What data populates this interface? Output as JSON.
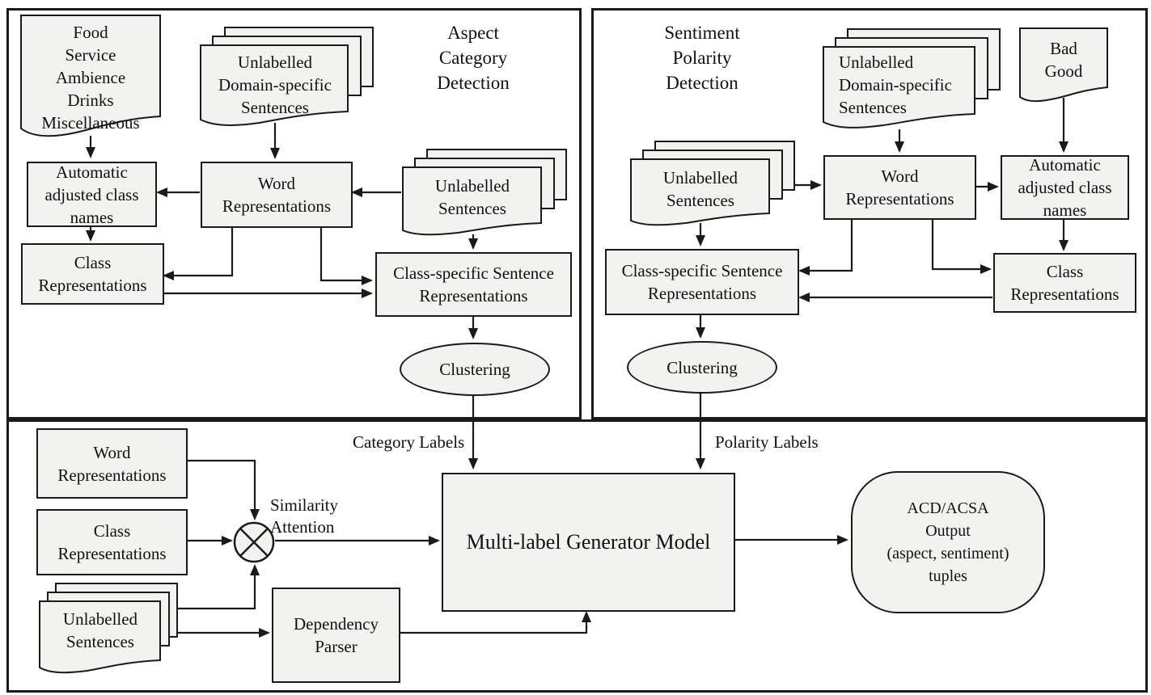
{
  "colors": {
    "node_fill": "#f2f2f1",
    "line": "#1a1a1a",
    "background": "#ffffff"
  },
  "acd": {
    "title": "Aspect\nCategory\nDetection",
    "aspect_doc": "Food\nService\nAmbience\nDrinks\nMiscellaneous",
    "domain_docs": "Unlabelled\nDomain-specific\nSentences",
    "auto_names": "Automatic\nadjusted class\nnames",
    "word_rep": "Word\nRepresentations",
    "unlabelled_docs": "Unlabelled\nSentences",
    "class_rep": "Class\nRepresentations",
    "class_specific": "Class-specific Sentence\nRepresentations",
    "clustering": "Clustering"
  },
  "spd": {
    "title": "Sentiment\nPolarity\nDetection",
    "domain_docs": "Unlabelled\nDomain-specific\nSentences",
    "polarity_doc": "Bad\nGood",
    "word_rep": "Word\nRepresentations",
    "auto_names": "Automatic\nadjusted class\nnames",
    "unlabelled_docs": "Unlabelled\nSentences",
    "class_specific": "Class-specific Sentence\nRepresentations",
    "class_rep": "Class\nRepresentations",
    "clustering": "Clustering"
  },
  "bottom": {
    "word_rep": "Word\nRepresentations",
    "class_rep": "Class\nRepresentations",
    "unlabelled_docs": "Unlabelled\nSentences",
    "similarity_attention": "Similarity\nAttention",
    "dependency_parser": "Dependency\nParser",
    "category_labels": "Category Labels",
    "polarity_labels": "Polarity Labels",
    "generator": "Multi-label Generator Model",
    "output": "ACD/ACSA\nOutput\n(aspect, sentiment)\ntuples"
  }
}
